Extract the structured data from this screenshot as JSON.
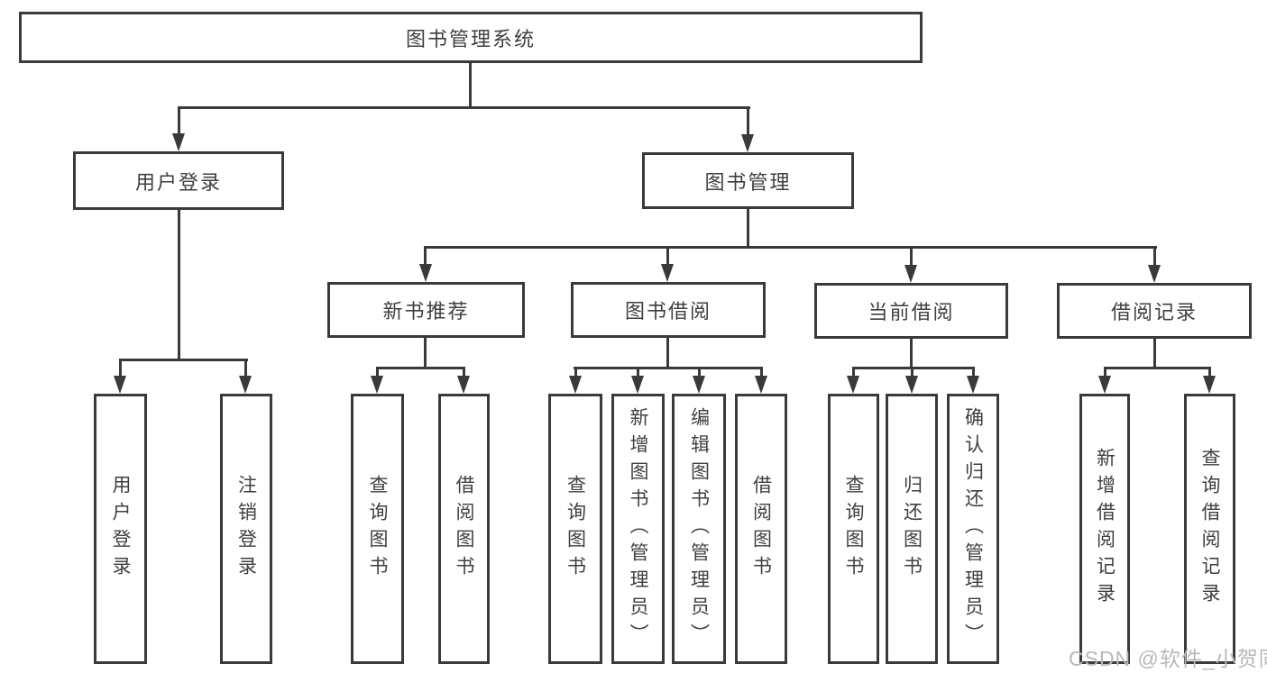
{
  "diagram_title": "图书管理系统",
  "nodes": {
    "root": "图书管理系统",
    "user_login": "用户登录",
    "book_mgmt": "图书管理",
    "new_books": "新书推荐",
    "book_borrow": "图书借阅",
    "current_borrow": "当前借阅",
    "borrow_records": "借阅记录",
    "leaf_user_login": "用户登录",
    "leaf_logout": "注销登录",
    "leaf_nb_query": "查询图书",
    "leaf_nb_borrow": "借阅图书",
    "leaf_bb_query": "查询图书",
    "leaf_bb_add": "新增图书（管理员）",
    "leaf_bb_edit": "编辑图书（管理员）",
    "leaf_bb_borrow": "借阅图书",
    "leaf_cb_query": "查询图书",
    "leaf_cb_return": "归还图书",
    "leaf_cb_confirm": "确认归还（管理员）",
    "leaf_br_add": "新增借阅记录",
    "leaf_br_query": "查询借阅记录"
  },
  "watermark": "CSDN @软件_小贺同学",
  "colors": {
    "line": "#3a3a3c",
    "text": "#3f3f41",
    "watermark": "#b8b8b8",
    "background": "#ffffff"
  }
}
